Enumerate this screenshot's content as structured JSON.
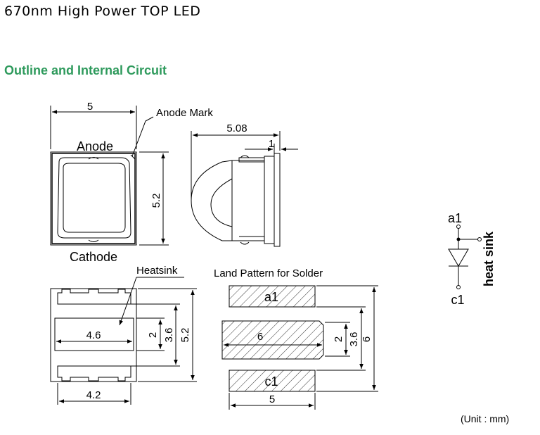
{
  "title": "670nm High Power TOP LED",
  "section_title": "Outline and Internal Circuit",
  "unit_note": "(Unit : mm)",
  "labels": {
    "anode_mark": "Anode Mark",
    "anode": "Anode",
    "cathode": "Cathode",
    "heatsink": "Heatsink",
    "land_pattern": "Land Pattern for Solder",
    "pad_a1": "a1",
    "pad_c1": "c1",
    "circuit_a1": "a1",
    "circuit_c1": "c1",
    "heat_sink": "heat sink"
  },
  "dimensions": {
    "top_width": "5",
    "top_height": "5.2",
    "side_length": "5.08",
    "side_flange": "1",
    "bottom_heatsink_width": "4.6",
    "bottom_pad_width": "4.2",
    "bottom_h1": "2",
    "bottom_h2": "3.6",
    "bottom_h3": "5.2",
    "land_center_width": "6",
    "land_pad_width": "5",
    "land_h1": "2",
    "land_h2": "3.6",
    "land_h3": "6"
  }
}
